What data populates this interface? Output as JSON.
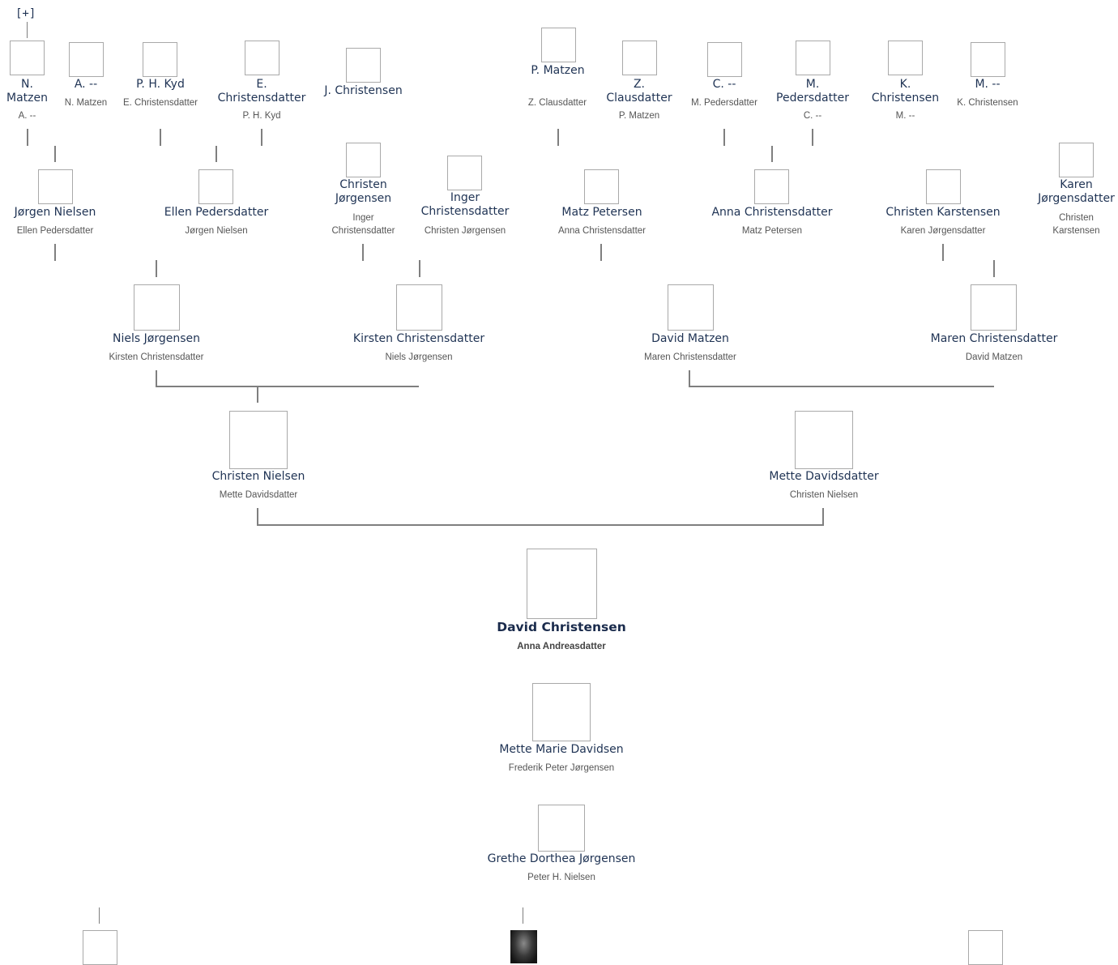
{
  "expand_link": "[+]",
  "gen5": [
    {
      "name": "N. Matzen",
      "spouse": "A. --"
    },
    {
      "name": "A. --",
      "spouse": "N. Matzen"
    },
    {
      "name": "P. H. Kyd",
      "spouse": "E. Christensdatter"
    },
    {
      "name": "E. Christensdatter",
      "spouse": "P. H. Kyd"
    },
    {
      "name": "J. Christensen",
      "spouse": ""
    },
    {
      "name": "P. Matzen",
      "spouse": "Z. Clausdatter"
    },
    {
      "name": "Z. Clausdatter",
      "spouse": "P. Matzen"
    },
    {
      "name": "C. --",
      "spouse": "M. Pedersdatter"
    },
    {
      "name": "M. Pedersdatter",
      "spouse": "C. --"
    },
    {
      "name": "K. Christensen",
      "spouse": "M. --"
    },
    {
      "name": "M. --",
      "spouse": "K. Christensen"
    }
  ],
  "gen4": [
    {
      "name": "Jørgen Nielsen",
      "spouse": "Ellen Pedersdatter"
    },
    {
      "name": "Ellen Pedersdatter",
      "spouse": "Jørgen Nielsen"
    },
    {
      "name": "Christen Jørgensen",
      "spouse": "Inger Christensdatter"
    },
    {
      "name": "Inger Christensdatter",
      "spouse": "Christen Jørgensen"
    },
    {
      "name": "Matz Petersen",
      "spouse": "Anna Christensdatter"
    },
    {
      "name": "Anna Christensdatter",
      "spouse": "Matz Petersen"
    },
    {
      "name": "Christen Karstensen",
      "spouse": "Karen Jørgensdatter"
    },
    {
      "name": "Karen Jørgensdatter",
      "spouse": "Christen Karstensen"
    }
  ],
  "gen3": [
    {
      "name": "Niels Jørgensen",
      "spouse": "Kirsten Christensdatter"
    },
    {
      "name": "Kirsten Christensdatter",
      "spouse": "Niels Jørgensen"
    },
    {
      "name": "David Matzen",
      "spouse": "Maren Christensdatter"
    },
    {
      "name": "Maren Christensdatter",
      "spouse": "David Matzen"
    }
  ],
  "gen2": [
    {
      "name": "Christen Nielsen",
      "spouse": "Mette Davidsdatter"
    },
    {
      "name": "Mette Davidsdatter",
      "spouse": "Christen Nielsen"
    }
  ],
  "root": {
    "name": "David Christensen",
    "spouse": "Anna Andreasdatter"
  },
  "descendants": [
    {
      "name": "Mette Marie Davidsen",
      "spouse": "Frederik Peter Jørgensen"
    },
    {
      "name": "Grethe Dorthea Jørgensen",
      "spouse": "Peter H. Nielsen"
    }
  ],
  "colors": {
    "name_text": "#1f3354",
    "spouse_text": "#555555",
    "connector": "#7f7f7f",
    "placeholder_border": "#a9a9a9"
  }
}
